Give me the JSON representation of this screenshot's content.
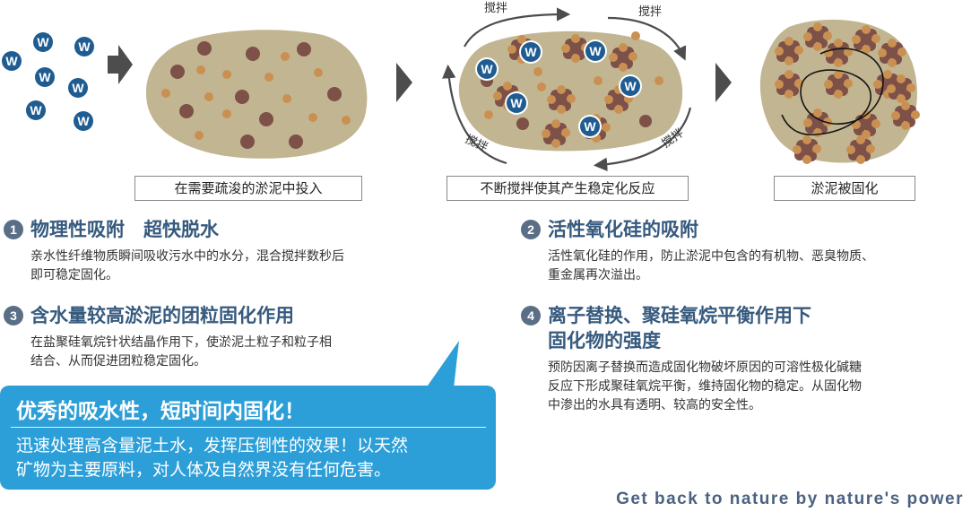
{
  "steps": [
    {
      "caption": "在需要疏浚的淤泥中投入"
    },
    {
      "caption": "不断搅拌使其产生稳定化反应"
    },
    {
      "caption": "淤泥被固化"
    }
  ],
  "stir_labels": [
    "搅拌",
    "搅拌",
    "搅拌",
    "搅拌"
  ],
  "w_badge_letter": "W",
  "colors": {
    "sludge": "#c2b591",
    "dark_particle": "#7d5148",
    "light_particle": "#c99052",
    "w_badge": "#1e5c91",
    "arrow": "#4d4d4d",
    "title_blue": "#365a7e",
    "callout_blue": "#2d9fd8",
    "number_badge": "#5a6f86"
  },
  "sections": [
    {
      "number": "1",
      "title": "物理性吸附　超快脱水",
      "lines": [
        "亲水性纤维物质瞬间吸收污水中的水分，混合搅拌数秒后",
        "即可稳定固化。"
      ]
    },
    {
      "number": "2",
      "title": "活性氧化硅的吸附",
      "lines": [
        "活性氧化硅的作用，防止淤泥中包含的有机物、恶臭物质、",
        "重金属再次溢出。"
      ]
    },
    {
      "number": "3",
      "title": "含水量较高淤泥的团粒固化作用",
      "lines": [
        "在盐聚硅氧烷针状结晶作用下，使淤泥土粒子和粒子相",
        "结合、从而促进团粒稳定固化。"
      ]
    },
    {
      "number": "4",
      "title_lines": [
        "离子替换、聚硅氧烷平衡作用下",
        "固化物的强度"
      ],
      "lines": [
        "预防因离子替换而造成固化物破坏原因的可溶性极化碱糖",
        "反应下形成聚硅氧烷平衡，维持固化物的稳定。从固化物",
        "中渗出的水具有透明、较高的安全性。"
      ]
    }
  ],
  "callout": {
    "title": "优秀的吸水性，短时间内固化！",
    "lines": [
      "迅速处理高含量泥土水，发挥压倒性的效果！以天然",
      "矿物为主要原料，对人体及自然界没有任何危害。"
    ]
  },
  "tagline": "Get back to nature by nature's power"
}
